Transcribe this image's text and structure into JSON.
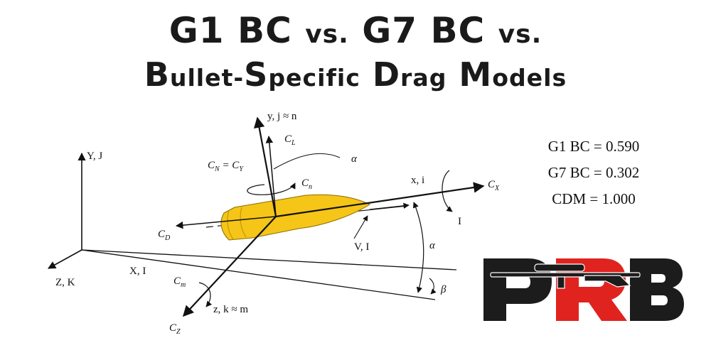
{
  "title": {
    "line1_big_a": "G1 BC",
    "line1_small_a": "vs.",
    "line1_big_b": "G7 BC",
    "line1_small_b": "vs.",
    "line2_a_big": "B",
    "line2_a_small": "ullet-",
    "line2_b_big": "S",
    "line2_b_small": "pecific",
    "line2_c_big": "D",
    "line2_c_small": "rag",
    "line2_d_big": "M",
    "line2_d_small": "odels"
  },
  "metrics": {
    "g1": "G1 BC = 0.590",
    "g7": "G7 BC = 0.302",
    "cdm": "CDM = 1.000"
  },
  "diagram_labels": {
    "y_axis": "y, j ≈ n",
    "Y_axis": "Y, J",
    "Z_axis": "Z, K",
    "X_axis": "X, I",
    "x_axis": "x, i",
    "z_axis": "z, k ≈ m",
    "V": "V, I",
    "I": "I",
    "CL": "C",
    "CL_sub": "L",
    "CN": "C",
    "CN_sub": "N",
    "CN_eq": " = C",
    "CY_sub": "Y",
    "Cn": "C",
    "Cn_sub": "n",
    "CD": "C",
    "CD_sub": "D",
    "Cm": "C",
    "Cm_sub": "m",
    "CZ": "C",
    "CZ_sub": "Z",
    "CX": "C",
    "CX_sub": "X",
    "alpha": "α",
    "beta": "β"
  },
  "logo": {
    "name": "PRB",
    "colors": {
      "dark": "#1c1c1c",
      "red": "#e0231f"
    }
  },
  "colors": {
    "bullet": "#f5c518",
    "bullet_stroke": "#8a6d00",
    "ink": "#111111"
  }
}
